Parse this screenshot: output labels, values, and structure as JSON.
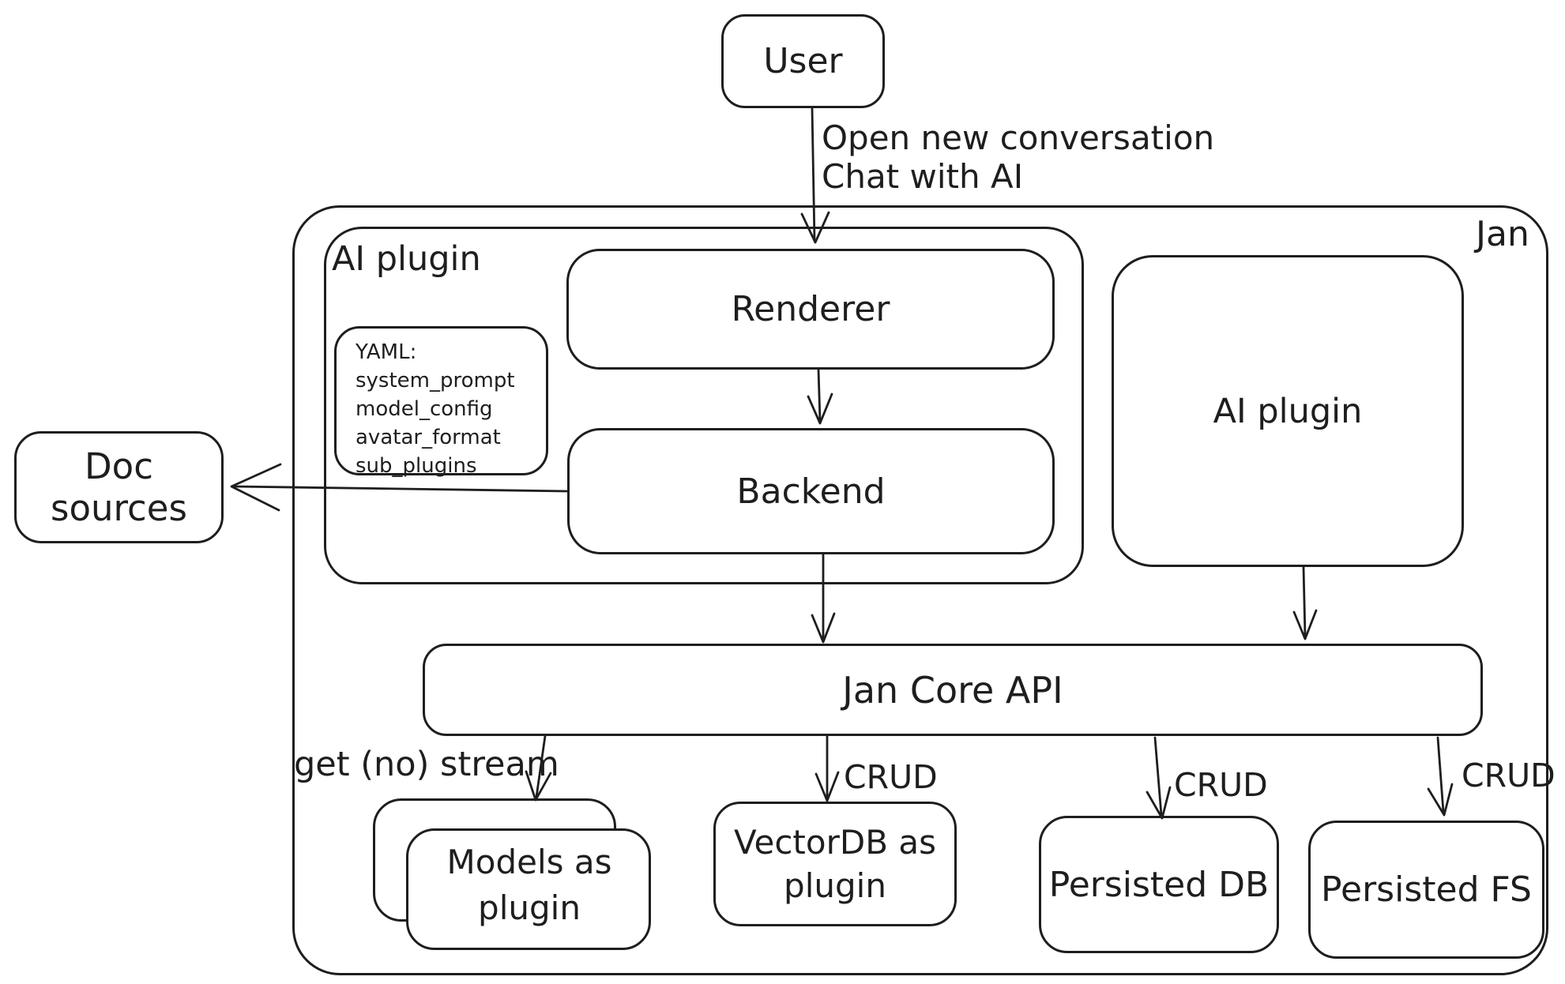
{
  "colors": {
    "stroke": "#1e1e1e",
    "background": "#ffffff"
  },
  "nodes": {
    "user": {
      "label": "User"
    },
    "jan": {
      "label": "Jan"
    },
    "ai_plugin_container": {
      "label": "AI plugin"
    },
    "renderer": {
      "label": "Renderer"
    },
    "backend": {
      "label": "Backend"
    },
    "yaml_note": {
      "title": "YAML:",
      "lines": [
        "system_prompt",
        "model_config",
        "avatar_format",
        "sub_plugins"
      ]
    },
    "ai_plugin_right": {
      "label": "AI plugin"
    },
    "doc_sources": {
      "label": "Doc sources"
    },
    "jan_core_api": {
      "label": "Jan Core API"
    },
    "models": {
      "label_line1": "Models as",
      "label_line2": "plugin"
    },
    "vectordb": {
      "label_line1": "VectorDB as",
      "label_line2": "plugin"
    },
    "persisted_db": {
      "label": "Persisted DB"
    },
    "persisted_fs": {
      "label": "Persisted FS"
    }
  },
  "edge_labels": {
    "open_new_conversation": "Open new conversation",
    "chat_with_ai": "Chat with AI",
    "get_no_stream": "get (no) stream",
    "crud_vectordb": "CRUD",
    "crud_persisted_db": "CRUD",
    "crud_persisted_fs": "CRUD"
  }
}
